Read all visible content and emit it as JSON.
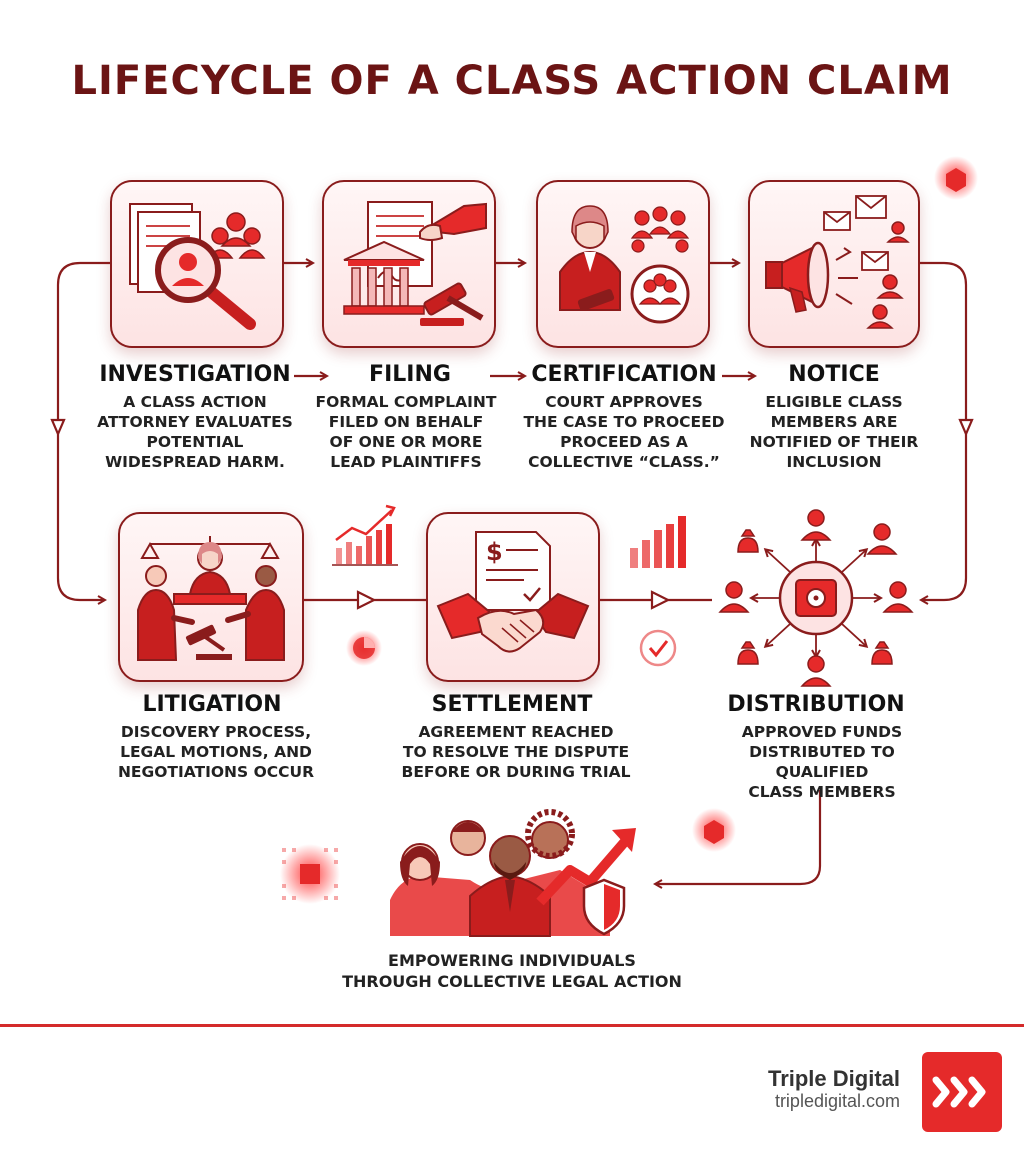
{
  "title": "LIFECYCLE OF A CLASS ACTION CLAIM",
  "stages": [
    {
      "name": "INVESTIGATION",
      "desc": [
        "A CLASS ACTION",
        "ATTORNEY EVALUATES",
        "POTENTIAL",
        "WIDESPREAD HARM."
      ]
    },
    {
      "name": "FILING",
      "desc": [
        "FORMAL COMPLAINT",
        "FILED ON BEHALF",
        "OF ONE OR MORE",
        "LEAD PLAINTIFFS"
      ]
    },
    {
      "name": "CERTIFICATION",
      "desc": [
        "COURT APPROVES",
        "THE CASE TO PROCEED",
        "PROCEED AS A",
        "COLLECTIVE “CLASS.”"
      ]
    },
    {
      "name": "NOTICE",
      "desc": [
        "ELIGIBLE CLASS",
        "MEMBERS ARE",
        "NOTIFIED OF THEIR",
        "INCLUSION"
      ]
    },
    {
      "name": "LITIGATION",
      "desc": [
        "DISCOVERY PROCESS,",
        "LEGAL MOTIONS, AND",
        "NEGOTIATIONS OCCUR"
      ]
    },
    {
      "name": "SETTLEMENT",
      "desc": [
        "AGREEMENT REACHED",
        "TO RESOLVE THE DISPUTE",
        "BEFORE OR DURING TRIAL"
      ]
    },
    {
      "name": "DISTRIBUTION",
      "desc": [
        "APPROVED FUNDS",
        "DISTRIBUTED TO QUALIFIED",
        "CLASS MEMBERS"
      ]
    }
  ],
  "tagline": [
    "EMPOWERING INDIVIDUALS",
    "THROUGH COLLECTIVE LEGAL ACTION"
  ],
  "brand": {
    "name": "Triple Digital",
    "url": "tripledigital.com"
  },
  "colors": {
    "accent": "#e52a2a",
    "dark": "#8a1c1c",
    "title": "#6b1414"
  },
  "icons": [
    "magnifier-icon",
    "gavel-icon",
    "judge-icon",
    "megaphone-icon",
    "courtroom-icon",
    "handshake-icon",
    "safe-icon",
    "people-icon",
    "logo-icon"
  ]
}
